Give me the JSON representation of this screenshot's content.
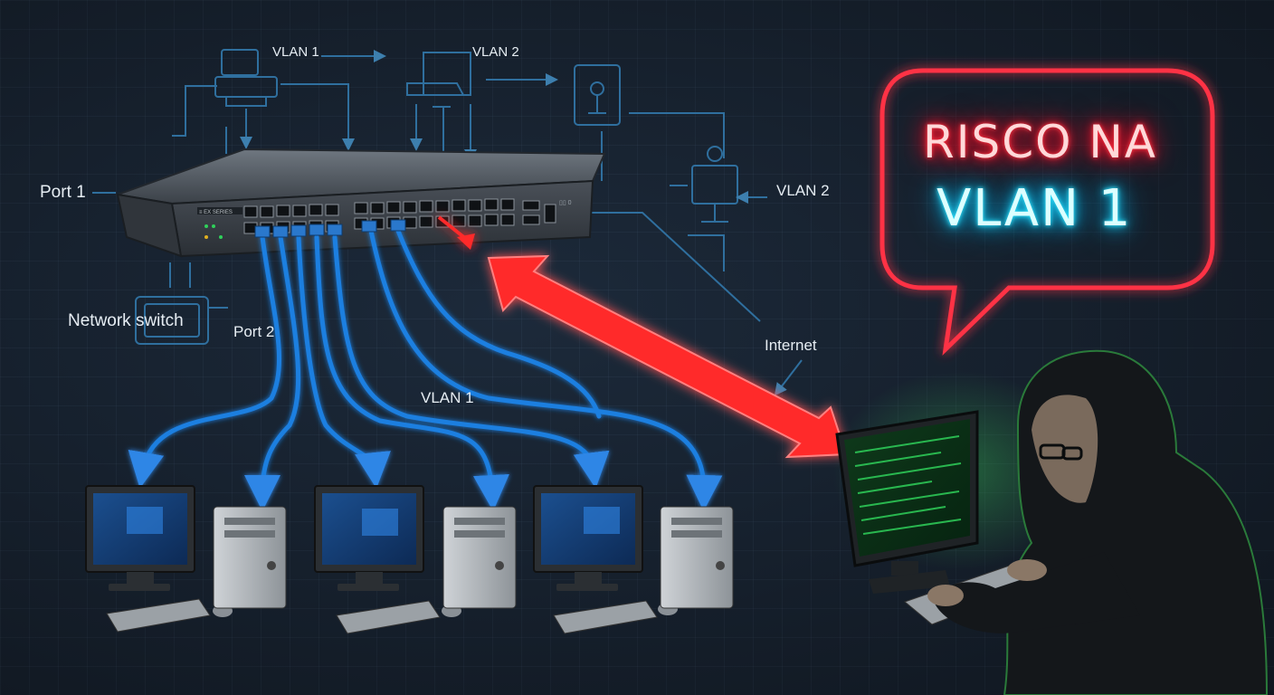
{
  "labels": {
    "vlan1_top": "VLAN 1",
    "vlan2_top": "VLAN 2",
    "port1": "Port 1",
    "port2": "Port 2",
    "network_switch": "Network switch",
    "vlan2_right": "VLAN 2",
    "internet": "Internet",
    "vlan1_mid": "VLAN 1"
  },
  "bubble": {
    "line1": "RISCO NA",
    "line2": "VLAN 1"
  },
  "colors": {
    "background": "#16202c",
    "cable_blue": "#1e7fe0",
    "attack_red": "#ff2a2a",
    "neon_red": "#ff2233",
    "neon_cyan": "#22d9ff",
    "terminal_green": "#2fd05a",
    "diagram_lines": "#2f6f9e"
  }
}
